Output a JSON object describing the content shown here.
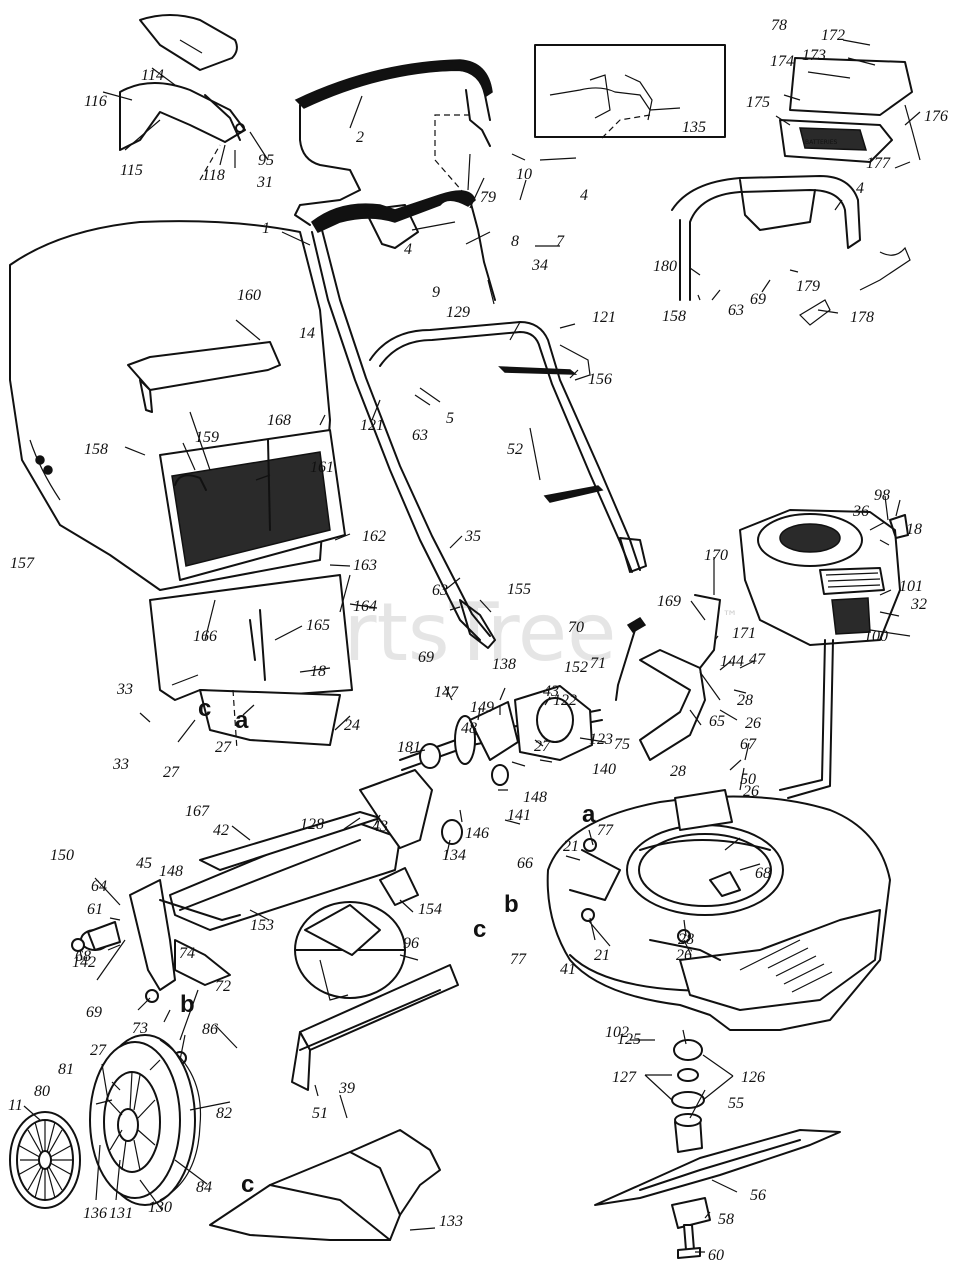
{
  "watermark": {
    "text": "PartsTree",
    "trademark": "™"
  },
  "inset": {
    "callout": "135"
  },
  "battery": {
    "label": "BATTERIES"
  },
  "engine": {
    "label": ""
  },
  "callouts": {
    "c1": "1",
    "c2": "2",
    "c4a": "4",
    "c4b": "4",
    "c4c": "4",
    "c5": "5",
    "c7": "7",
    "c8": "8",
    "c9": "9",
    "c10": "10",
    "c11": "11",
    "c14": "14",
    "c18a": "18",
    "c18b": "18",
    "c21a": "21",
    "c21b": "21",
    "c24": "24",
    "c26a": "26",
    "c26b": "26",
    "c26c": "26",
    "c27a": "27",
    "c27b": "27",
    "c27c": "27",
    "c27d": "27",
    "c28a": "28",
    "c28b": "28",
    "c28c": "28",
    "c31": "31",
    "c32": "32",
    "c33a": "33",
    "c33b": "33",
    "c34": "34",
    "c35": "35",
    "c36": "36",
    "c39": "39",
    "c41": "41",
    "c42": "42",
    "c43a": "43",
    "c43b": "43",
    "c45": "45",
    "c47": "47",
    "c48": "48",
    "c50": "50",
    "c51": "51",
    "c52": "52",
    "c55": "55",
    "c56": "56",
    "c58": "58",
    "c60": "60",
    "c61": "61",
    "c63a": "63",
    "c63b": "63",
    "c63c": "63",
    "c64": "64",
    "c65": "65",
    "c66": "66",
    "c67": "67",
    "c68a": "68",
    "c68b": "68",
    "c69a": "69",
    "c69b": "69",
    "c69c": "69",
    "c70": "70",
    "c71": "71",
    "c72": "72",
    "c73": "73",
    "c74": "74",
    "c75": "75",
    "c77a": "77",
    "c77b": "77",
    "c78": "78",
    "c79": "79",
    "c80": "80",
    "c81": "81",
    "c82": "82",
    "c84": "84",
    "c86": "86",
    "c95": "95",
    "c96": "96",
    "c98": "98",
    "c100": "100",
    "c101": "101",
    "c102": "102",
    "c114": "114",
    "c115": "115",
    "c116": "116",
    "c118": "118",
    "c121a": "121",
    "c121b": "121",
    "c122": "122",
    "c123": "123",
    "c125": "125",
    "c126": "126",
    "c127": "127",
    "c128": "128",
    "c129": "129",
    "c130": "130",
    "c131": "131",
    "c133": "133",
    "c134": "134",
    "c136": "136",
    "c138": "138",
    "c140": "140",
    "c141": "141",
    "c142": "142",
    "c144": "144",
    "c146": "146",
    "c147": "147",
    "c148a": "148",
    "c148b": "148",
    "c149": "149",
    "c150": "150",
    "c152": "152",
    "c153": "153",
    "c154": "154",
    "c155": "155",
    "c156": "156",
    "c157": "157",
    "c158a": "158",
    "c158b": "158",
    "c159": "159",
    "c160": "160",
    "c161": "161",
    "c162": "162",
    "c163": "163",
    "c164": "164",
    "c165": "165",
    "c166": "166",
    "c167": "167",
    "c168": "168",
    "c169": "169",
    "c170": "170",
    "c171": "171",
    "c172": "172",
    "c173": "173",
    "c174": "174",
    "c175": "175",
    "c176": "176",
    "c177": "177",
    "c178": "178",
    "c179": "179",
    "c180": "180",
    "c181": "181"
  },
  "refs": {
    "a1": "a",
    "a2": "a",
    "b1": "b",
    "b2": "b",
    "c1": "c",
    "c2": "c",
    "c3": "c"
  }
}
